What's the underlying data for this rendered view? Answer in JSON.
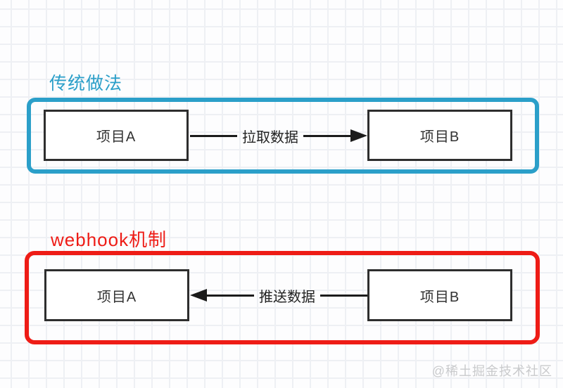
{
  "colors": {
    "traditional_accent": "#2b9fc9",
    "webhook_accent": "#ee1c16",
    "node_border": "#2e2e2e",
    "arrow": "#1b1b1b",
    "grid_line": "#eef0f4",
    "watermark": "#c9cacc"
  },
  "sections": [
    {
      "id": "traditional",
      "title": "传统做法",
      "left_box": "项目A",
      "right_box": "项目B",
      "arrow_label": "拉取数据",
      "arrow_direction": "right"
    },
    {
      "id": "webhook",
      "title": "webhook机制",
      "left_box": "项目A",
      "right_box": "项目B",
      "arrow_label": "推送数据",
      "arrow_direction": "left"
    }
  ],
  "watermark": "@稀土掘金技术社区"
}
